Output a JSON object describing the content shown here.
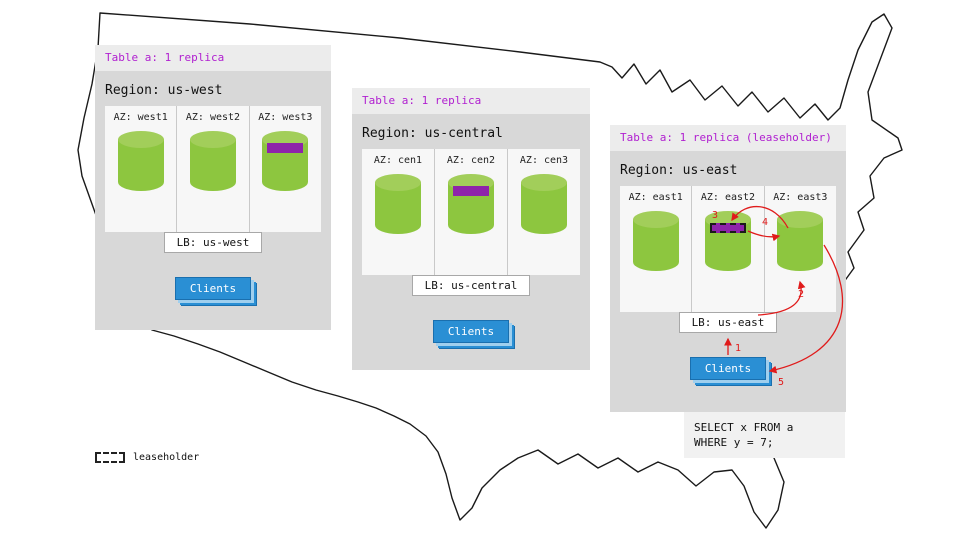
{
  "legend": {
    "label": "leaseholder"
  },
  "regions": [
    {
      "table_label": "Table a: 1 replica",
      "region_label": "Region: us-west",
      "azs": [
        {
          "label": "AZ: west1",
          "replica": false,
          "leaseholder": false
        },
        {
          "label": "AZ: west2",
          "replica": false,
          "leaseholder": false
        },
        {
          "label": "AZ: west3",
          "replica": true,
          "leaseholder": false
        }
      ],
      "lb_label": "LB: us-west",
      "clients_label": "Clients"
    },
    {
      "table_label": "Table a: 1 replica",
      "region_label": "Region: us-central",
      "azs": [
        {
          "label": "AZ: cen1",
          "replica": false,
          "leaseholder": false
        },
        {
          "label": "AZ: cen2",
          "replica": true,
          "leaseholder": false
        },
        {
          "label": "AZ: cen3",
          "replica": false,
          "leaseholder": false
        }
      ],
      "lb_label": "LB: us-central",
      "clients_label": "Clients"
    },
    {
      "table_label": "Table a: 1 replica (leaseholder)",
      "region_label": "Region: us-east",
      "azs": [
        {
          "label": "AZ: east1",
          "replica": false,
          "leaseholder": false
        },
        {
          "label": "AZ: east2",
          "replica": true,
          "leaseholder": true
        },
        {
          "label": "AZ: east3",
          "replica": false,
          "leaseholder": false
        }
      ],
      "lb_label": "LB: us-east",
      "clients_label": "Clients"
    }
  ],
  "query": {
    "line1": "SELECT x FROM a",
    "line2": "WHERE y = 7;"
  },
  "arrow_steps": [
    "1",
    "2",
    "3",
    "4",
    "5"
  ],
  "colors": {
    "panel-bg": "#d8d8d8",
    "panel-header-bg": "#ececec",
    "az-box-bg": "#f7f7f7",
    "table-label-color": "#b01fd0",
    "replica-purple": "#8e24aa",
    "cylinder-green": "#8dc63f",
    "cylinder-top-green": "#a2ce5a",
    "clients-blue": "#2a8fd4",
    "arrow-red": "#e01b1b"
  }
}
